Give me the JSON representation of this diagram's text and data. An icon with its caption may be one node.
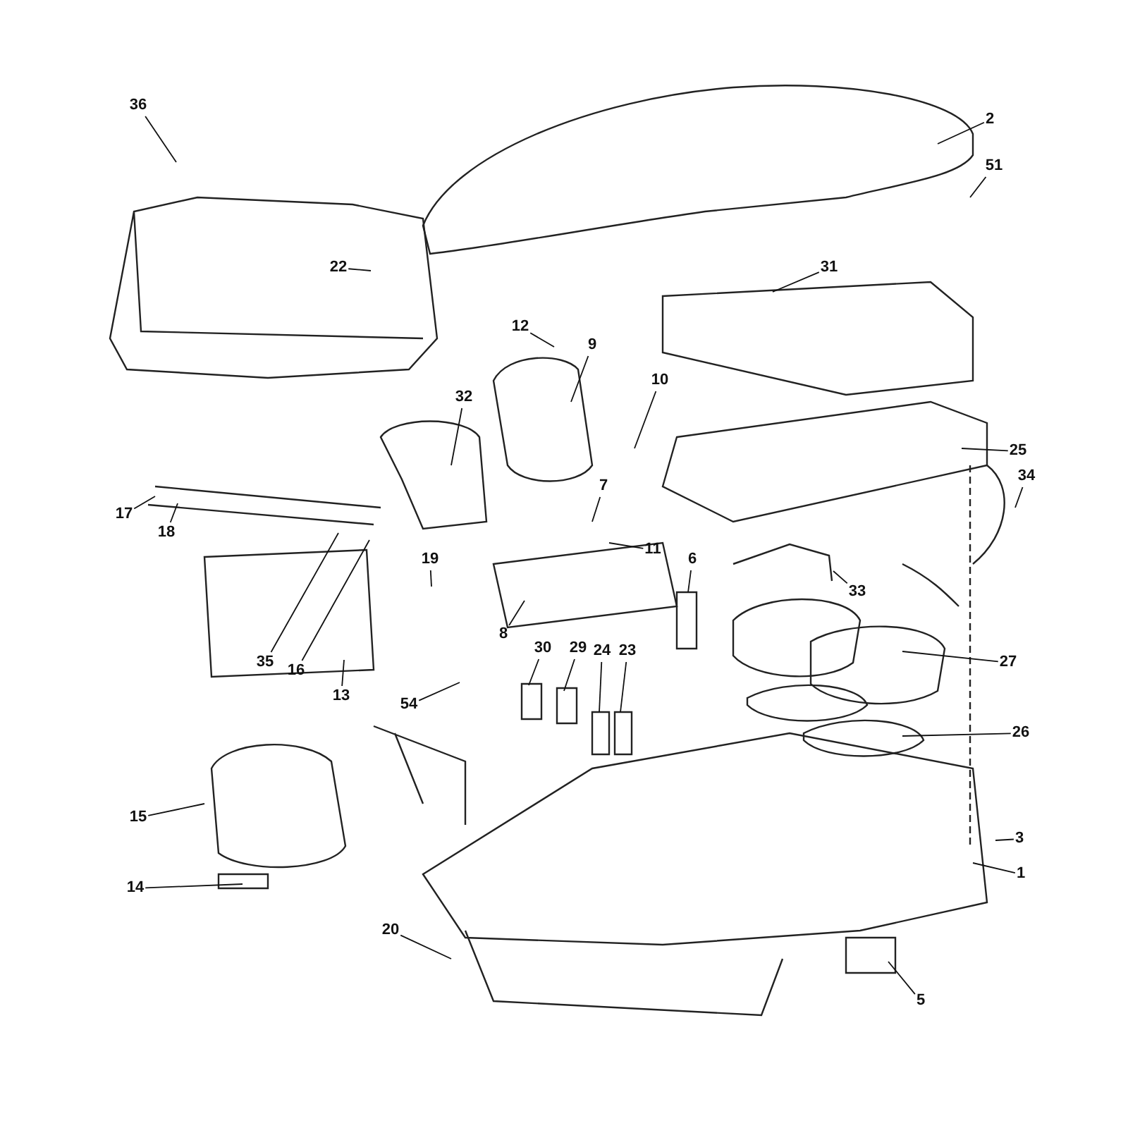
{
  "diagram": {
    "nodes": [
      {
        "text": [
          "2"
        ]
      },
      {
        "text": [
          "51"
        ]
      },
      {
        "text": [
          "36"
        ]
      },
      {
        "text": [
          "22"
        ]
      },
      {
        "text": [
          "31"
        ]
      },
      {
        "text": [
          "12"
        ]
      },
      {
        "text": [
          "9"
        ]
      },
      {
        "text": [
          "32"
        ]
      },
      {
        "text": [
          "10"
        ]
      },
      {
        "text": [
          "25"
        ]
      },
      {
        "text": [
          "34"
        ]
      },
      {
        "text": [
          "17"
        ]
      },
      {
        "text": [
          "18"
        ]
      },
      {
        "text": [
          "7"
        ]
      },
      {
        "text": [
          "11"
        ]
      },
      {
        "text": [
          "19"
        ]
      },
      {
        "text": [
          "6"
        ]
      },
      {
        "text": [
          "33"
        ]
      },
      {
        "text": [
          "8"
        ]
      },
      {
        "text": [
          "35"
        ]
      },
      {
        "text": [
          "16"
        ]
      },
      {
        "text": [
          "13"
        ]
      },
      {
        "text": [
          "30"
        ]
      },
      {
        "text": [
          "29"
        ]
      },
      {
        "text": [
          "24"
        ]
      },
      {
        "text": [
          "23"
        ]
      },
      {
        "text": [
          "27"
        ]
      },
      {
        "text": [
          "54"
        ]
      },
      {
        "text": [
          "26"
        ]
      },
      {
        "text": [
          "15"
        ]
      },
      {
        "text": [
          "3"
        ]
      },
      {
        "text": [
          "1"
        ]
      },
      {
        "text": [
          "14"
        ]
      },
      {
        "text": [
          "20"
        ]
      },
      {
        "text": [
          "5"
        ]
      }
    ],
    "edges": [
      {
        "from": 0,
        "to": null,
        "arrow": "none"
      },
      {
        "from": 1,
        "to": null,
        "arrow": "none"
      },
      {
        "from": 2,
        "to": null,
        "arrow": "none"
      },
      {
        "from": 3,
        "to": null,
        "arrow": "none"
      },
      {
        "from": 4,
        "to": null,
        "arrow": "none"
      },
      {
        "from": 5,
        "to": null,
        "arrow": "none"
      },
      {
        "from": 6,
        "to": null,
        "arrow": "none"
      },
      {
        "from": 7,
        "to": null,
        "arrow": "none"
      },
      {
        "from": 8,
        "to": null,
        "arrow": "none"
      },
      {
        "from": 9,
        "to": null,
        "arrow": "none"
      },
      {
        "from": 10,
        "to": null,
        "arrow": "none"
      },
      {
        "from": 11,
        "to": null,
        "arrow": "none"
      },
      {
        "from": 12,
        "to": null,
        "arrow": "none"
      },
      {
        "from": 13,
        "to": null,
        "arrow": "none"
      },
      {
        "from": 14,
        "to": null,
        "arrow": "none"
      },
      {
        "from": 15,
        "to": null,
        "arrow": "none"
      },
      {
        "from": 16,
        "to": null,
        "arrow": "none"
      },
      {
        "from": 17,
        "to": null,
        "arrow": "none"
      },
      {
        "from": 18,
        "to": null,
        "arrow": "none"
      },
      {
        "from": 19,
        "to": null,
        "arrow": "none"
      },
      {
        "from": 20,
        "to": null,
        "arrow": "none"
      },
      {
        "from": 21,
        "to": null,
        "arrow": "none"
      },
      {
        "from": 22,
        "to": null,
        "arrow": "none"
      },
      {
        "from": 23,
        "to": null,
        "arrow": "none"
      },
      {
        "from": 24,
        "to": null,
        "arrow": "none"
      },
      {
        "from": 25,
        "to": null,
        "arrow": "none"
      },
      {
        "from": 26,
        "to": null,
        "arrow": "none"
      },
      {
        "from": 27,
        "to": null,
        "arrow": "none"
      },
      {
        "from": 28,
        "to": null,
        "arrow": "none"
      },
      {
        "from": 29,
        "to": null,
        "arrow": "none"
      },
      {
        "from": 30,
        "to": null,
        "arrow": "none"
      },
      {
        "from": 31,
        "to": null,
        "arrow": "none"
      },
      {
        "from": 32,
        "to": null,
        "arrow": "none"
      },
      {
        "from": 33,
        "to": null,
        "arrow": "none"
      },
      {
        "from": 34,
        "to": null,
        "arrow": "none"
      }
    ]
  }
}
